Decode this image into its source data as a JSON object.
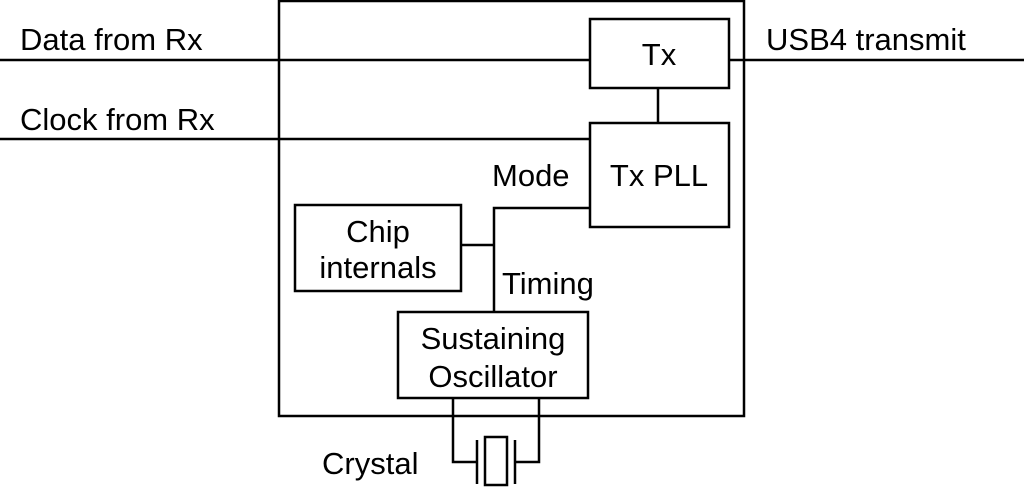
{
  "labels": {
    "data_from_rx": "Data from Rx",
    "clock_from_rx": "Clock from Rx",
    "usb4_transmit": "USB4 transmit",
    "mode": "Mode",
    "timing": "Timing",
    "crystal": "Crystal"
  },
  "blocks": {
    "tx": "Tx",
    "tx_pll": "Tx PLL",
    "chip_internals": [
      "Chip",
      "internals"
    ],
    "sustaining_oscillator": [
      "Sustaining",
      "Oscillator"
    ]
  }
}
